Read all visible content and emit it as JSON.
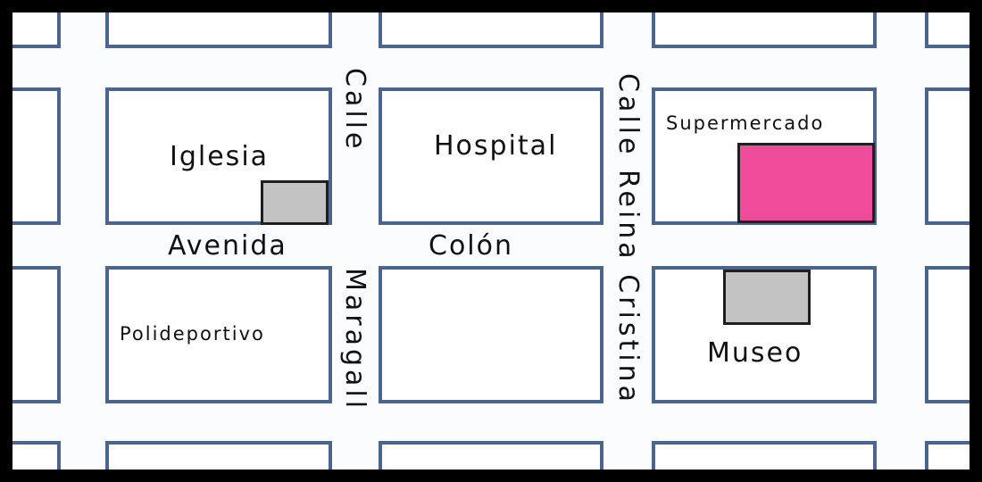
{
  "places": {
    "iglesia": "Iglesia",
    "hospital": "Hospital",
    "supermercado": "Supermercado",
    "polideportivo": "Polideportivo",
    "museo": "Museo"
  },
  "streets": {
    "avenida_left": "Avenida",
    "avenida_right": "Colón",
    "maragall_top": "Calle",
    "maragall_bottom": "Maragall",
    "reina_cristina": "Calle Reina Cristina"
  },
  "colors": {
    "block_border": "#4a6690",
    "supermercado_fill": "#ee4b9b",
    "building_fill": "#c4c4c4",
    "frame": "#000000"
  }
}
